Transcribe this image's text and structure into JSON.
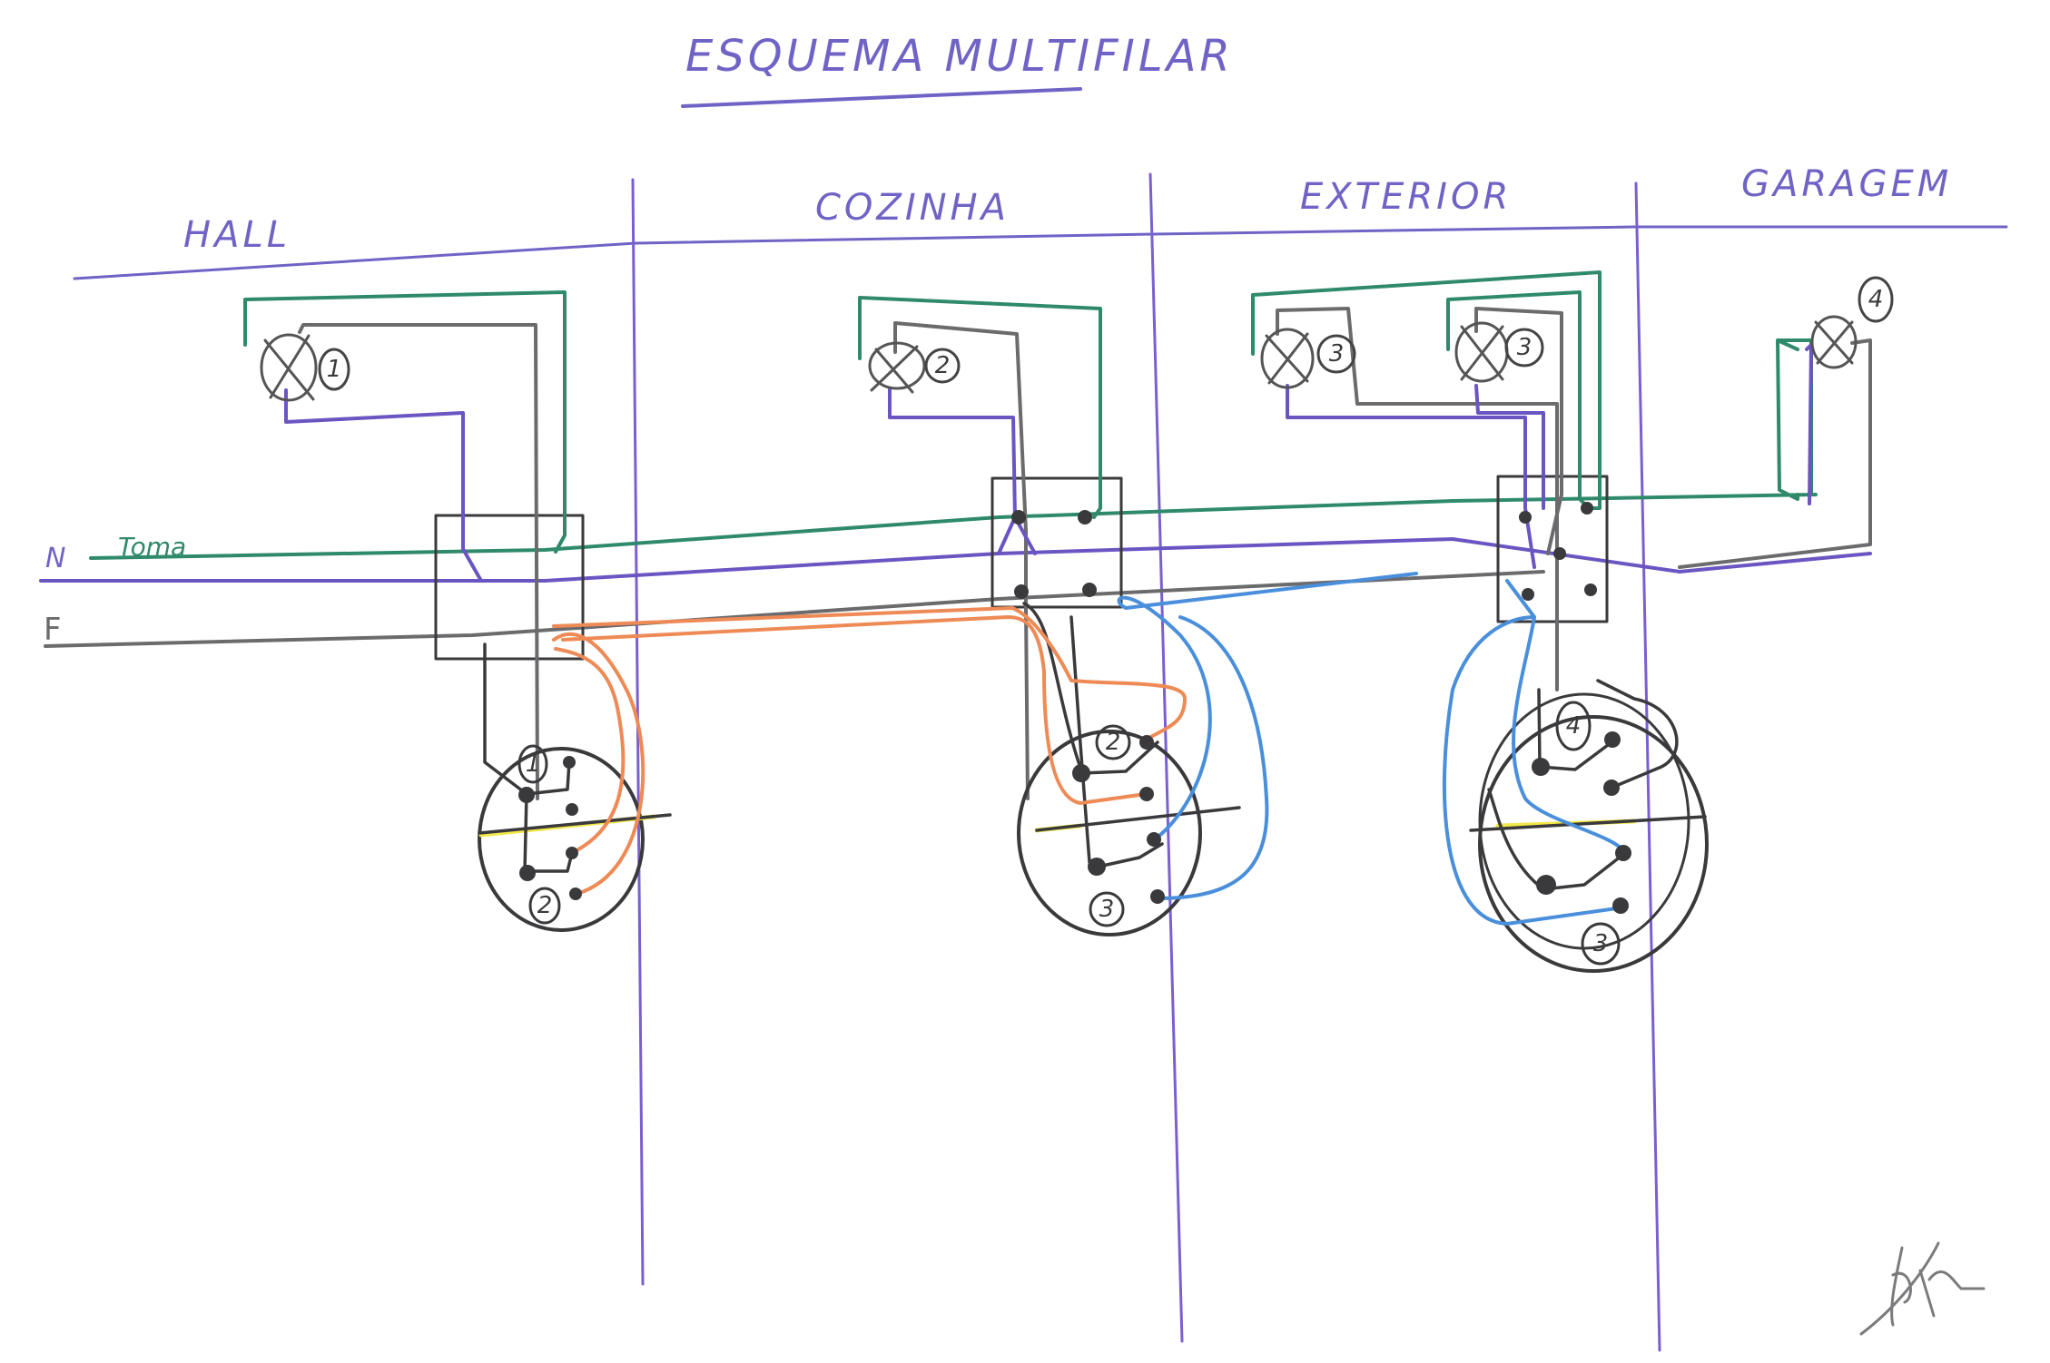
{
  "title": "ESQUEMA MULTIFILAR",
  "zones": [
    {
      "id": "hall",
      "label": "HALL"
    },
    {
      "id": "cozinha",
      "label": "COZINHA"
    },
    {
      "id": "exterior",
      "label": "EXTERIOR"
    },
    {
      "id": "garagem",
      "label": "GARAGEM"
    }
  ],
  "conductors": {
    "neutral": {
      "label": "N"
    },
    "socket": {
      "label": "Toma"
    },
    "phase": {
      "label": "F"
    }
  },
  "lamps": [
    {
      "zone": "hall",
      "number": "1"
    },
    {
      "zone": "cozinha",
      "number": "2"
    },
    {
      "zone": "exterior",
      "number": "3"
    },
    {
      "zone": "exterior",
      "number": "3"
    },
    {
      "zone": "garagem",
      "number": "4"
    }
  ],
  "switches": [
    {
      "zone": "hall",
      "labels": [
        "1",
        "2"
      ]
    },
    {
      "zone": "cozinha",
      "labels": [
        "2",
        "3"
      ]
    },
    {
      "zone": "exterior",
      "labels": [
        "4",
        "3"
      ]
    }
  ],
  "signature": "signature",
  "colors": {
    "frame": "#6f63c6",
    "neutral": "#6a55c2",
    "socket": "#2e8a6a",
    "phase": "#6b6b6e",
    "return_orange": "#ee8a55",
    "return_blue": "#4a8fdc",
    "switch": "#3a3a3c",
    "divider_yellow": "#f2e84a"
  }
}
